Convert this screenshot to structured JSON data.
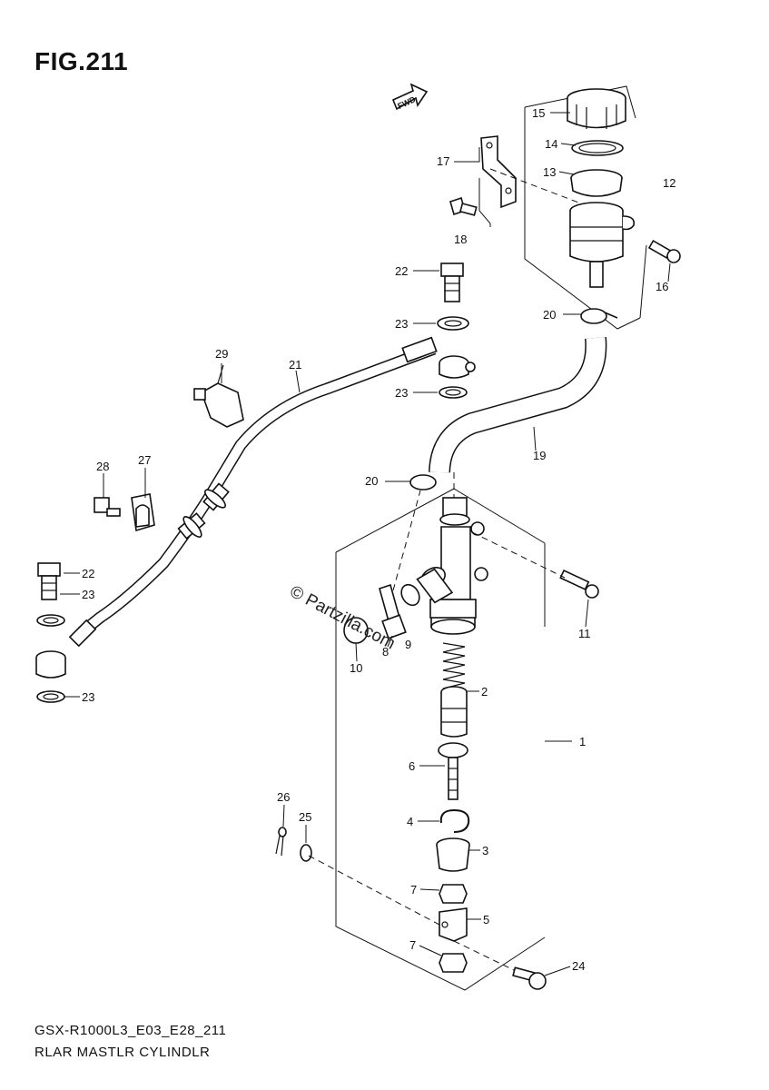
{
  "figure": {
    "title": "FIG.211",
    "model_code": "GSX-R1000L3_E03_E28_211",
    "section_name": "RLAR MASTLR CYLINDLR"
  },
  "watermark": "© Partzilla.com",
  "fwd_label": "FWD",
  "callouts": {
    "p1": "1",
    "p2": "2",
    "p3": "3",
    "p4": "4",
    "p5": "5",
    "p6": "6",
    "p7a": "7",
    "p7b": "7",
    "p8": "8",
    "p9": "9",
    "p10": "10",
    "p11": "11",
    "p12": "12",
    "p13": "13",
    "p14": "14",
    "p15": "15",
    "p16": "16",
    "p17": "17",
    "p18": "18",
    "p19": "19",
    "p20a": "20",
    "p20b": "20",
    "p21": "21",
    "p22a": "22",
    "p22b": "22",
    "p23a": "23",
    "p23b": "23",
    "p23c": "23",
    "p23d": "23",
    "p24": "24",
    "p25": "25",
    "p26": "26",
    "p27": "27",
    "p28": "28",
    "p29": "29"
  }
}
